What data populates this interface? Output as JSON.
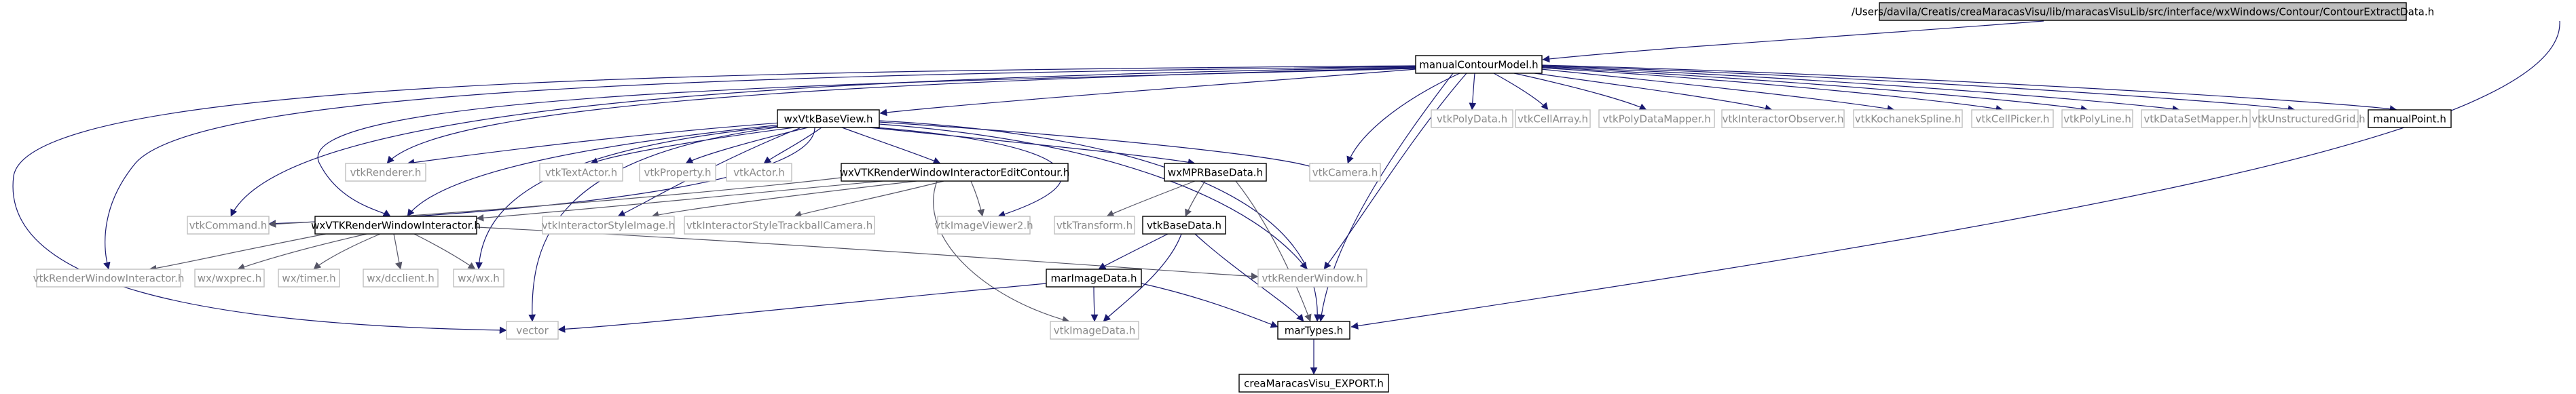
{
  "graph": {
    "colors": {
      "edge": "#191970",
      "edge_light": "#555566",
      "root_fill": "#bfbfbf",
      "node_border": "#000000",
      "external_border": "#bfbfbf",
      "text": "#000000",
      "external_text": "#8a8a8a"
    },
    "nodes": [
      {
        "id": "root",
        "label": "/Users/davila/Creatis/creaMaracasVisu/lib/maracasVisuLib/src/interface/wxWindows/Contour/ContourExtractData.h",
        "kind": "root"
      },
      {
        "id": "manualContourModel",
        "label": "manualContourModel.h",
        "kind": "internal"
      },
      {
        "id": "wxVtkBaseView",
        "label": "wxVtkBaseView.h",
        "kind": "internal"
      },
      {
        "id": "vtkPolyData",
        "label": "vtkPolyData.h",
        "kind": "external"
      },
      {
        "id": "vtkCellArray",
        "label": "vtkCellArray.h",
        "kind": "external"
      },
      {
        "id": "vtkPolyDataMapper",
        "label": "vtkPolyDataMapper.h",
        "kind": "external"
      },
      {
        "id": "vtkInteractorObserver",
        "label": "vtkInteractorObserver.h",
        "kind": "external"
      },
      {
        "id": "vtkKochanekSpline",
        "label": "vtkKochanekSpline.h",
        "kind": "external"
      },
      {
        "id": "vtkCellPicker",
        "label": "vtkCellPicker.h",
        "kind": "external"
      },
      {
        "id": "vtkPolyLine",
        "label": "vtkPolyLine.h",
        "kind": "external"
      },
      {
        "id": "vtkDataSetMapper",
        "label": "vtkDataSetMapper.h",
        "kind": "external"
      },
      {
        "id": "vtkUnstructuredGrid",
        "label": "vtkUnstructuredGrid.h",
        "kind": "external"
      },
      {
        "id": "manualPoint",
        "label": "manualPoint.h",
        "kind": "internal"
      },
      {
        "id": "vtkRenderer",
        "label": "vtkRenderer.h",
        "kind": "external"
      },
      {
        "id": "vtkTextActor",
        "label": "vtkTextActor.h",
        "kind": "external"
      },
      {
        "id": "vtkProperty",
        "label": "vtkProperty.h",
        "kind": "external"
      },
      {
        "id": "vtkActor",
        "label": "vtkActor.h",
        "kind": "external"
      },
      {
        "id": "wxVTKRWIEditContour",
        "label": "wxVTKRenderWindowInteractorEditContour.h",
        "kind": "internal"
      },
      {
        "id": "wxMPRBaseData",
        "label": "wxMPRBaseData.h",
        "kind": "internal"
      },
      {
        "id": "vtkCamera",
        "label": "vtkCamera.h",
        "kind": "external"
      },
      {
        "id": "vtkCommand",
        "label": "vtkCommand.h",
        "kind": "external"
      },
      {
        "id": "wxVTKRWI",
        "label": "wxVTKRenderWindowInteractor.h",
        "kind": "internal"
      },
      {
        "id": "vtkInteractorStyleImage",
        "label": "vtkInteractorStyleImage.h",
        "kind": "external"
      },
      {
        "id": "vtkInteractorStyleTrackballCamera",
        "label": "vtkInteractorStyleTrackballCamera.h",
        "kind": "external"
      },
      {
        "id": "vtkImageViewer2",
        "label": "vtkImageViewer2.h",
        "kind": "external"
      },
      {
        "id": "vtkTransform",
        "label": "vtkTransform.h",
        "kind": "external"
      },
      {
        "id": "vtkBaseData",
        "label": "vtkBaseData.h",
        "kind": "internal"
      },
      {
        "id": "vtkRenderWindowInteractor",
        "label": "vtkRenderWindowInteractor.h",
        "kind": "external"
      },
      {
        "id": "wxwxprec",
        "label": "wx/wxprec.h",
        "kind": "external"
      },
      {
        "id": "wxtimer",
        "label": "wx/timer.h",
        "kind": "external"
      },
      {
        "id": "wxdcclient",
        "label": "wx/dcclient.h",
        "kind": "external"
      },
      {
        "id": "wxwx",
        "label": "wx/wx.h",
        "kind": "external"
      },
      {
        "id": "vtkRenderWindow",
        "label": "vtkRenderWindow.h",
        "kind": "external"
      },
      {
        "id": "marImageData",
        "label": "marImageData.h",
        "kind": "internal"
      },
      {
        "id": "vector",
        "label": "vector",
        "kind": "external"
      },
      {
        "id": "vtkImageData",
        "label": "vtkImageData.h",
        "kind": "external"
      },
      {
        "id": "marTypes",
        "label": "marTypes.h",
        "kind": "internal"
      },
      {
        "id": "creaExport",
        "label": "creaMaracasVisu_EXPORT.h",
        "kind": "internal"
      }
    ],
    "edges": [
      [
        "root",
        "manualContourModel"
      ],
      [
        "root",
        "marTypes"
      ],
      [
        "manualContourModel",
        "wxVtkBaseView"
      ],
      [
        "manualContourModel",
        "vtkPolyData"
      ],
      [
        "manualContourModel",
        "vtkCellArray"
      ],
      [
        "manualContourModel",
        "vtkPolyDataMapper"
      ],
      [
        "manualContourModel",
        "vtkInteractorObserver"
      ],
      [
        "manualContourModel",
        "vtkKochanekSpline"
      ],
      [
        "manualContourModel",
        "vtkCellPicker"
      ],
      [
        "manualContourModel",
        "vtkPolyLine"
      ],
      [
        "manualContourModel",
        "vtkDataSetMapper"
      ],
      [
        "manualContourModel",
        "vtkUnstructuredGrid"
      ],
      [
        "manualContourModel",
        "manualPoint"
      ],
      [
        "manualContourModel",
        "vtkRenderer"
      ],
      [
        "manualContourModel",
        "vtkCamera"
      ],
      [
        "manualContourModel",
        "vtkCommand"
      ],
      [
        "manualContourModel",
        "wxVTKRWI"
      ],
      [
        "manualContourModel",
        "vtkRenderWindowInteractor"
      ],
      [
        "manualContourModel",
        "vector"
      ],
      [
        "manualContourModel",
        "vtkRenderWindow"
      ],
      [
        "manualContourModel",
        "marTypes"
      ],
      [
        "wxVtkBaseView",
        "vtkRenderer"
      ],
      [
        "wxVtkBaseView",
        "vtkTextActor"
      ],
      [
        "wxVtkBaseView",
        "vtkProperty"
      ],
      [
        "wxVtkBaseView",
        "vtkActor"
      ],
      [
        "wxVtkBaseView",
        "wxVTKRWIEditContour"
      ],
      [
        "wxVtkBaseView",
        "wxMPRBaseData"
      ],
      [
        "wxVtkBaseView",
        "vtkCamera"
      ],
      [
        "wxVtkBaseView",
        "wxVTKRWI"
      ],
      [
        "wxVtkBaseView",
        "vtkInteractorStyleImage"
      ],
      [
        "wxVtkBaseView",
        "vtkImageViewer2"
      ],
      [
        "wxVtkBaseView",
        "vtkRenderWindow"
      ],
      [
        "wxVtkBaseView",
        "marTypes"
      ],
      [
        "wxVtkBaseView",
        "wxwx"
      ],
      [
        "wxVtkBaseView",
        "vector"
      ],
      [
        "wxVtkBaseView",
        "vtkCommand"
      ],
      [
        "wxVTKRWIEditContour",
        "vtkCommand"
      ],
      [
        "wxVTKRWIEditContour",
        "wxVTKRWI"
      ],
      [
        "wxVTKRWIEditContour",
        "vtkInteractorStyleImage"
      ],
      [
        "wxVTKRWIEditContour",
        "vtkInteractorStyleTrackballCamera"
      ],
      [
        "wxVTKRWIEditContour",
        "vtkImageViewer2"
      ],
      [
        "wxVTKRWIEditContour",
        "vtkImageData"
      ],
      [
        "wxMPRBaseData",
        "vtkTransform"
      ],
      [
        "wxMPRBaseData",
        "vtkBaseData"
      ],
      [
        "wxMPRBaseData",
        "marTypes"
      ],
      [
        "wxVTKRWI",
        "vtkRenderWindowInteractor"
      ],
      [
        "wxVTKRWI",
        "wxwxprec"
      ],
      [
        "wxVTKRWI",
        "wxtimer"
      ],
      [
        "wxVTKRWI",
        "wxdcclient"
      ],
      [
        "wxVTKRWI",
        "wxwx"
      ],
      [
        "wxVTKRWI",
        "vtkRenderWindow"
      ],
      [
        "vtkBaseData",
        "marImageData"
      ],
      [
        "vtkBaseData",
        "vtkImageData"
      ],
      [
        "vtkBaseData",
        "marTypes"
      ],
      [
        "marImageData",
        "vector"
      ],
      [
        "marImageData",
        "vtkImageData"
      ],
      [
        "marImageData",
        "marTypes"
      ],
      [
        "marTypes",
        "creaExport"
      ]
    ]
  }
}
